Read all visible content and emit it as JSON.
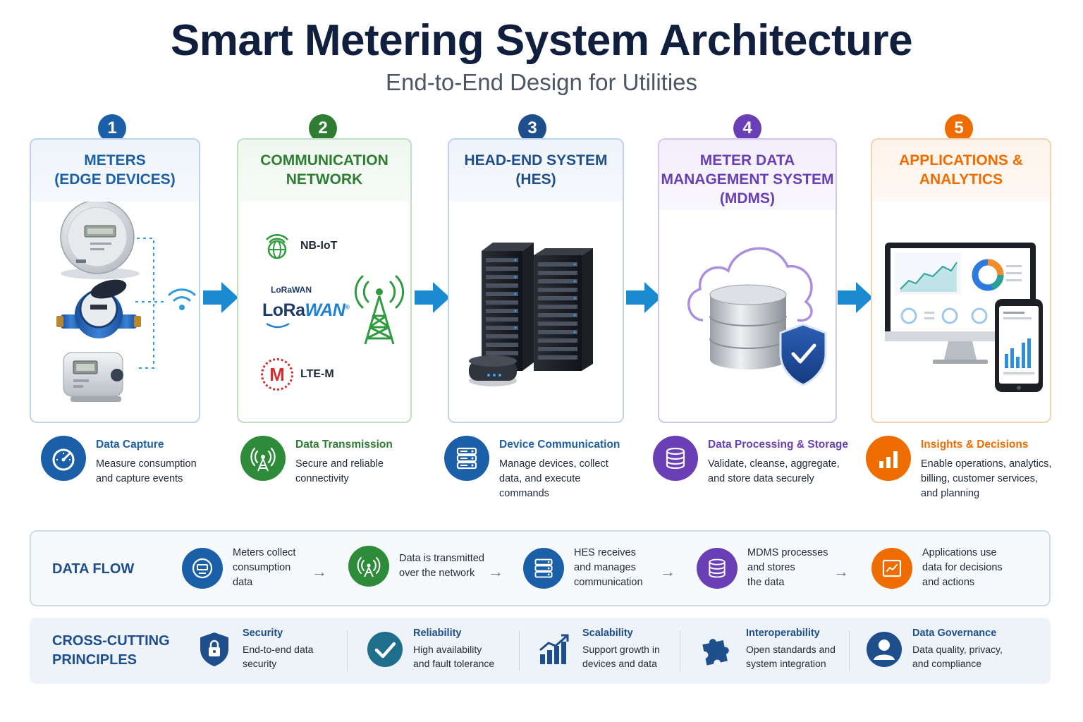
{
  "header": {
    "title": "Smart Metering System Architecture",
    "subtitle": "End-to-End Design for Utilities"
  },
  "colors": {
    "blue": "#1b5fa8",
    "green": "#2e7d32",
    "navy": "#1e4e8c",
    "purple": "#6a3fb5",
    "orange": "#ef6c00",
    "arrow": "#1a8bd1"
  },
  "stages": [
    {
      "number": "1",
      "title_lines": [
        "METERS",
        "(EDGE DEVICES)"
      ],
      "icon": "meters-icon"
    },
    {
      "number": "2",
      "title_lines": [
        "COMMUNICATION",
        "NETWORK"
      ],
      "icon": "network-icon"
    },
    {
      "number": "3",
      "title_lines": [
        "HEAD-END SYSTEM",
        "(HES)"
      ],
      "icon": "server-icon"
    },
    {
      "number": "4",
      "title_lines": [
        "METER DATA",
        "MANAGEMENT SYSTEM",
        "(MDMS)"
      ],
      "icon": "cloud-database-icon"
    },
    {
      "number": "5",
      "title_lines": [
        "APPLICATIONS &",
        "ANALYTICS"
      ],
      "icon": "dashboard-icon"
    }
  ],
  "network": {
    "nbiot": "NB-IoT",
    "lora_small": "LoRaWAN",
    "lora_logo": "LoRa",
    "lora_logo_tail": "WAN",
    "lora_reg": "®",
    "ltem": "LTE-M",
    "ltem_letter": "M"
  },
  "descriptions": [
    {
      "title": "Data Capture",
      "lines": [
        "Measure consumption",
        "and capture events"
      ]
    },
    {
      "title": "Data Transmission",
      "lines": [
        "Secure and reliable",
        "connectivity"
      ]
    },
    {
      "title": "Device Communication",
      "lines": [
        "Manage devices, collect",
        "data, and execute",
        "commands"
      ]
    },
    {
      "title": "Data Processing & Storage",
      "lines": [
        "Validate, cleanse, aggregate,",
        "and store data securely"
      ]
    },
    {
      "title": "Insights & Decisions",
      "lines": [
        "Enable operations, analytics,",
        "billing, customer services,",
        "and planning"
      ]
    }
  ],
  "data_flow": {
    "label": "DATA FLOW",
    "steps": [
      {
        "lines": [
          "Meters collect",
          "consumption",
          "data"
        ],
        "icon": "meter-icon"
      },
      {
        "lines": [
          "Data is transmitted",
          "over the network"
        ],
        "icon": "antenna-icon"
      },
      {
        "lines": [
          "HES receives",
          "and manages",
          "communication"
        ],
        "icon": "server-icon"
      },
      {
        "lines": [
          "MDMS processes",
          "and stores",
          "the data"
        ],
        "icon": "database-icon"
      },
      {
        "lines": [
          "Applications use",
          "data for decisions",
          "and actions"
        ],
        "icon": "analytics-icon"
      }
    ],
    "arrow": "→"
  },
  "principles": {
    "label_lines": [
      "CROSS-CUTTING",
      "PRINCIPLES"
    ],
    "items": [
      {
        "title": "Security",
        "lines": [
          "End-to-end data",
          "security"
        ],
        "icon": "lock-shield-icon"
      },
      {
        "title": "Reliability",
        "lines": [
          "High availability",
          "and fault tolerance"
        ],
        "icon": "check-icon"
      },
      {
        "title": "Scalability",
        "lines": [
          "Support growth in",
          "devices and data"
        ],
        "icon": "growth-chart-icon"
      },
      {
        "title": "Interoperability",
        "lines": [
          "Open standards and",
          "system integration"
        ],
        "icon": "puzzle-icon"
      },
      {
        "title": "Data Governance",
        "lines": [
          "Data quality, privacy,",
          "and compliance"
        ],
        "icon": "user-icon"
      }
    ]
  }
}
